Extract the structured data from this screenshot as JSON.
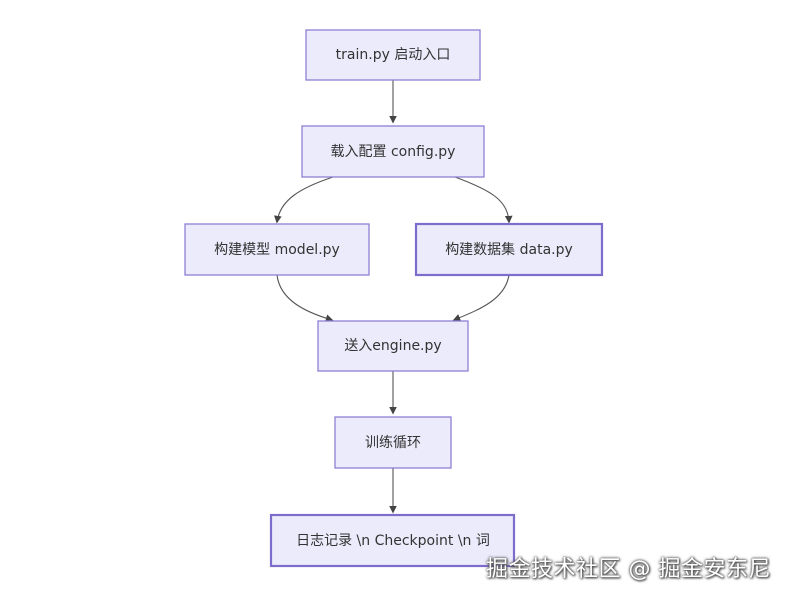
{
  "nodes": {
    "entry": "train.py 启动入口",
    "config": "载入配置 config.py",
    "model": "构建模型 model.py",
    "data": "构建数据集 data.py",
    "engine": "送入engine.py",
    "loop": "训练循环",
    "log": "日志记录 \\n Checkpoint \\n 词"
  },
  "watermark": "掘金技术社区 @ 掘金安东尼",
  "colors": {
    "node_fill": "#ecebfb",
    "node_border": "#8e7fd4",
    "edge": "#555555",
    "text": "#333333"
  }
}
